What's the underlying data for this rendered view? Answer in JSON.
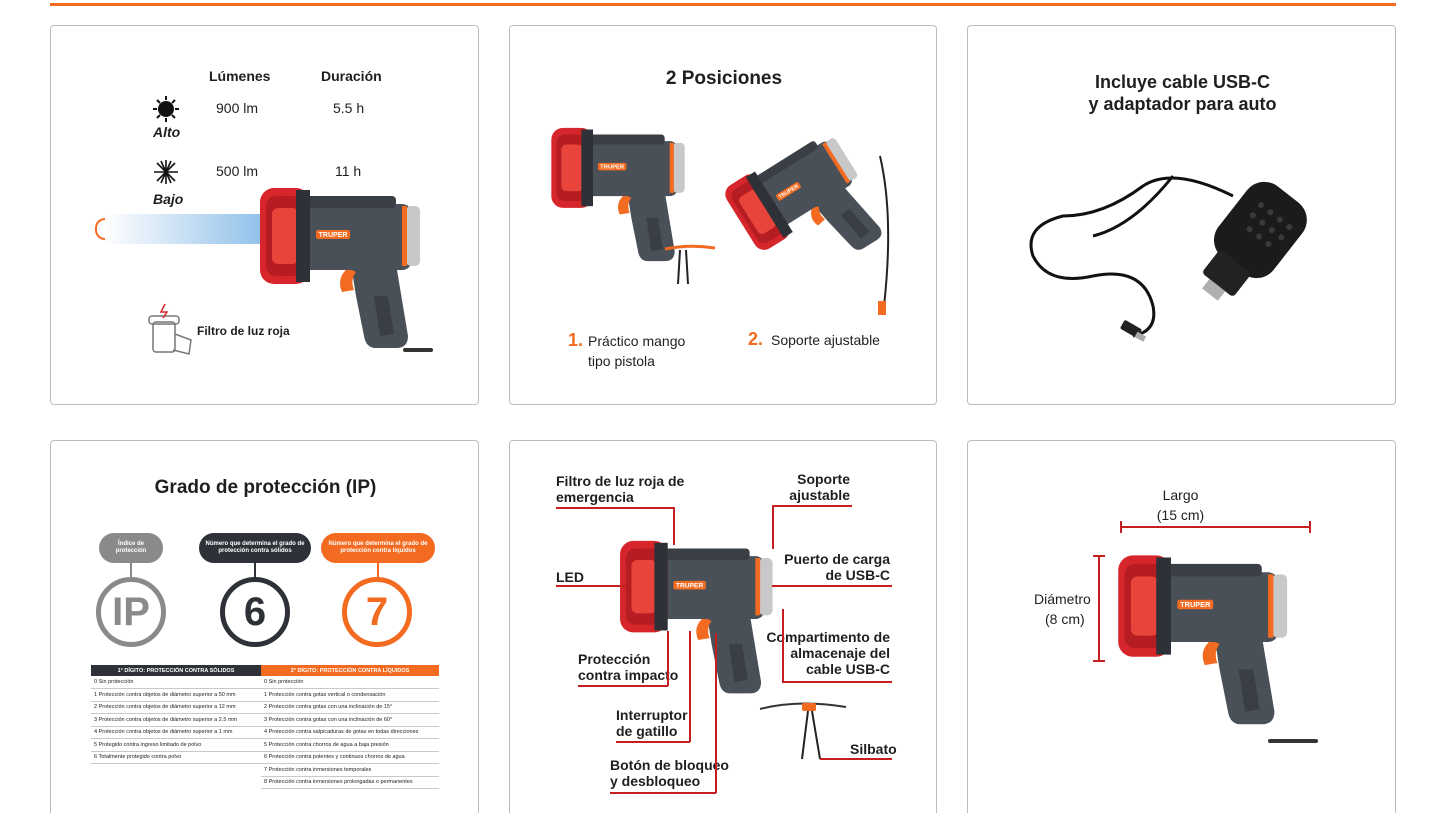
{
  "brand": "TRUPER",
  "modes": {
    "col_lumens": "Lúmenes",
    "col_duration": "Duración",
    "high": {
      "label": "Alto",
      "lumens": "900 lm",
      "duration": "5.5 h"
    },
    "low": {
      "label": "Bajo",
      "lumens": "500 lm",
      "duration": "11 h"
    },
    "red_filter": "Filtro de luz roja"
  },
  "positions": {
    "title": "2 Posiciones",
    "p1_num": "1.",
    "p1_line1": "Práctico mango",
    "p1_line2": "tipo pistola",
    "p2_num": "2.",
    "p2_label": "Soporte ajustable"
  },
  "cable": {
    "line1": "Incluye cable USB-C",
    "line2": "y adaptador para auto"
  },
  "ip": {
    "title": "Grado de protección (IP)",
    "badge_index": "Índice de protección",
    "badge_solids": "Número que determina el grado de protección contra sólidos",
    "badge_liquids": "Número que determina el grado de protección contra líquidos",
    "symbol_ip": "IP",
    "digit1": "6",
    "digit2": "7",
    "header_solids": "1° DÍGITO: PROTECCIÓN CONTRA SÓLIDOS",
    "header_liquids": "2° DÍGITO: PROTECCIÓN CONTRA LÍQUIDOS",
    "solids": [
      "0 Sin protección",
      "1 Protección contra objetos de diámetro superior a 50 mm",
      "2 Protección contra objetos de diámetro superior a 12 mm",
      "3 Protección contra objetos de diámetro superior a 2.5 mm",
      "4 Protección contra objetos de diámetro superior a 1 mm",
      "5 Protegido contra ingreso limitado de polvo",
      "6 Totalmente protegido contra polvo",
      "",
      ""
    ],
    "liquids": [
      "0 Sin protección",
      "1 Protección contra gotas vertical o condensación",
      "2 Protección contra gotas con una inclinación de 15°",
      "3 Protección contra gotas con una inclinación de 60°",
      "4 Protección contra salpicaduras de gotas en todas direcciones",
      "5 Protección contra chorros de agua a baja presión",
      "6 Protección contra potentes y continuos chorros de agua",
      "7 Protección contra inmersiones temporales",
      "8 Protección contra inmersiones prolongadas o permanentes"
    ]
  },
  "parts": {
    "red_filter_l1": "Filtro de luz roja de",
    "red_filter_l2": "emergencia",
    "stand_l1": "Soporte",
    "stand_l2": "ajustable",
    "led": "LED",
    "usb_port_l1": "Puerto de carga",
    "usb_port_l2": "de USB-C",
    "storage_l1": "Compartimento de",
    "storage_l2": "almacenaje del",
    "storage_l3": "cable USB-C",
    "impact_l1": "Protección",
    "impact_l2": "contra impacto",
    "trigger_l1": "Interruptor",
    "trigger_l2": "de gatillo",
    "whistle": "Silbato",
    "lock_l1": "Botón de bloqueo",
    "lock_l2": "y desbloqueo"
  },
  "dimensions": {
    "length_label": "Largo",
    "length_value": "(15 cm)",
    "diameter_label": "Diámetro",
    "diameter_value": "(8 cm)"
  },
  "colors": {
    "accent_orange": "#f26b21",
    "lamp_red": "#d7262b",
    "body_gray": "#4a5058",
    "callout_red": "#c41e1e"
  }
}
